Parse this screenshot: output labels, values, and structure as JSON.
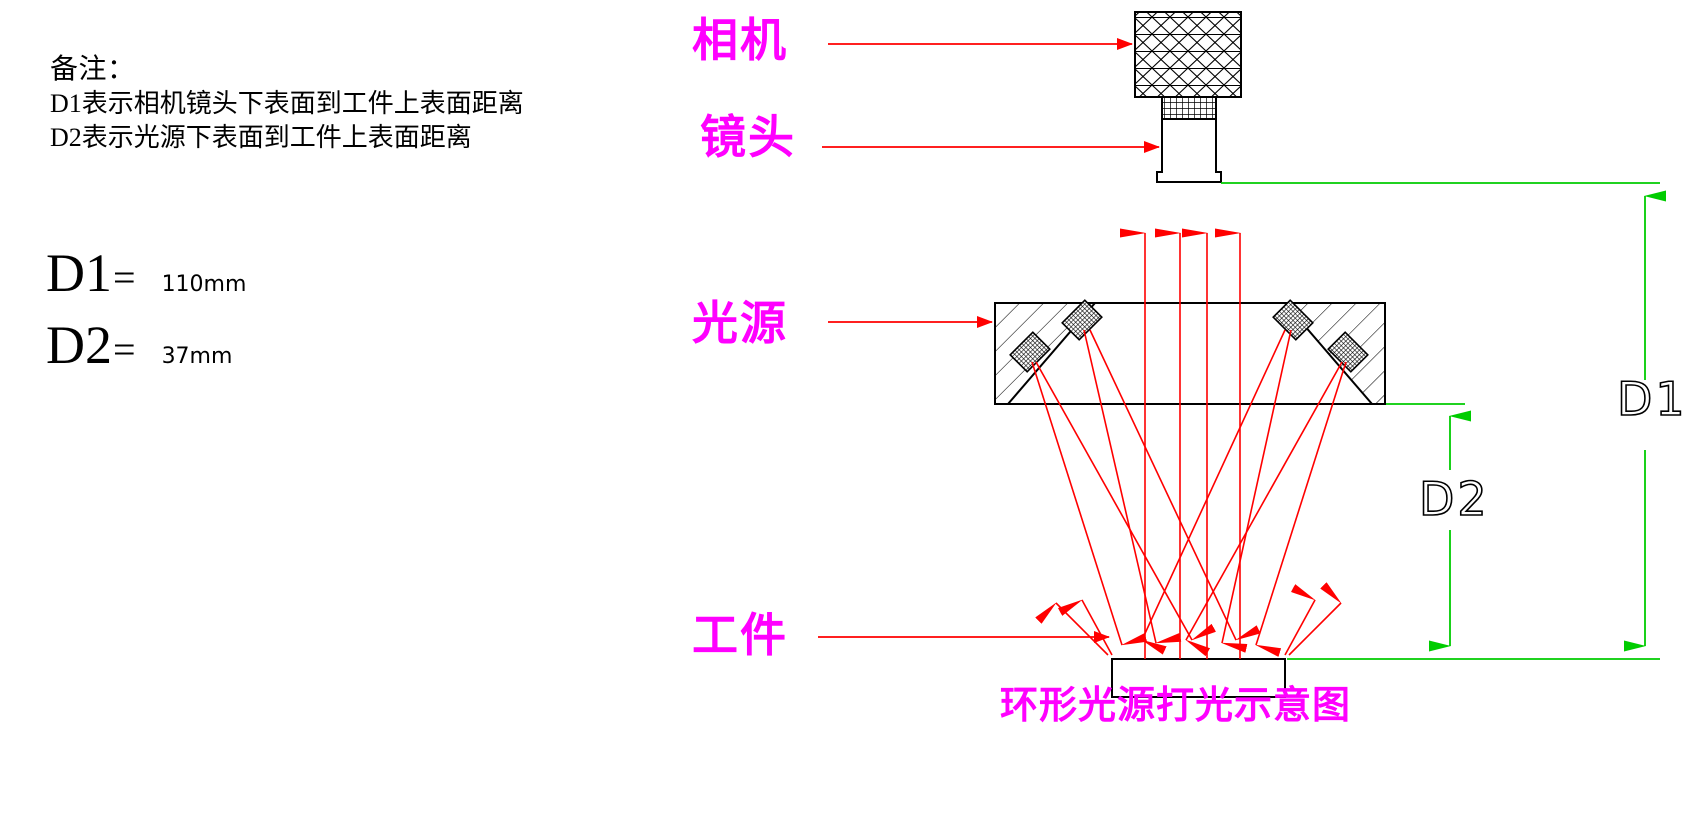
{
  "notes": {
    "heading": "备注：",
    "lines": [
      "D1表示相机镜头下表面到工件上表面距离",
      "D2表示光源下表面到工件上表面距离"
    ]
  },
  "measurements": [
    {
      "symbol": "D1",
      "equals": "=",
      "value": "110mm"
    },
    {
      "symbol": "D2",
      "equals": "=",
      "value": "37mm"
    }
  ],
  "labels": {
    "camera": "相机",
    "lens": "镜头",
    "light_source": "光源",
    "workpiece": "工件"
  },
  "dimensions": {
    "d1": "D1",
    "d2": "D2"
  },
  "title": "环形光源打光示意图",
  "colors": {
    "callout": "#ff00ff",
    "arrow": "#ff0000",
    "ray": "#ff0000",
    "dimension": "#00cc00",
    "outline": "#000000",
    "background": "#ffffff"
  }
}
